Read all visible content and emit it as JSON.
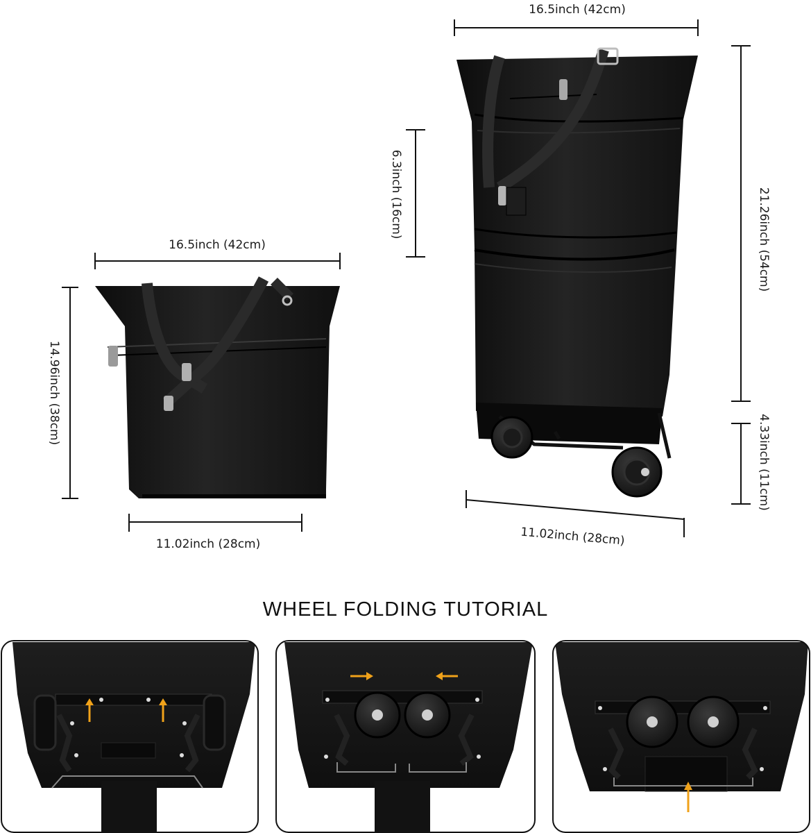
{
  "dimensions": {
    "tote_width": "16.5inch (42cm)",
    "tote_height": "14.96inch (38cm)",
    "tote_depth": "11.02inch (28cm)",
    "trolley_width": "16.5inch (42cm)",
    "trolley_extension": "6.3inch (16cm)",
    "trolley_height": "21.26inch (54cm)",
    "trolley_wheel_height": "4.33inch (11cm)",
    "trolley_depth": "11.02inch (28cm)"
  },
  "tutorial": {
    "title": "WHEEL FOLDING TUTORIAL"
  },
  "colors": {
    "bag": "#151515",
    "arrow": "#f0a21a",
    "panel_border": "#111111"
  }
}
